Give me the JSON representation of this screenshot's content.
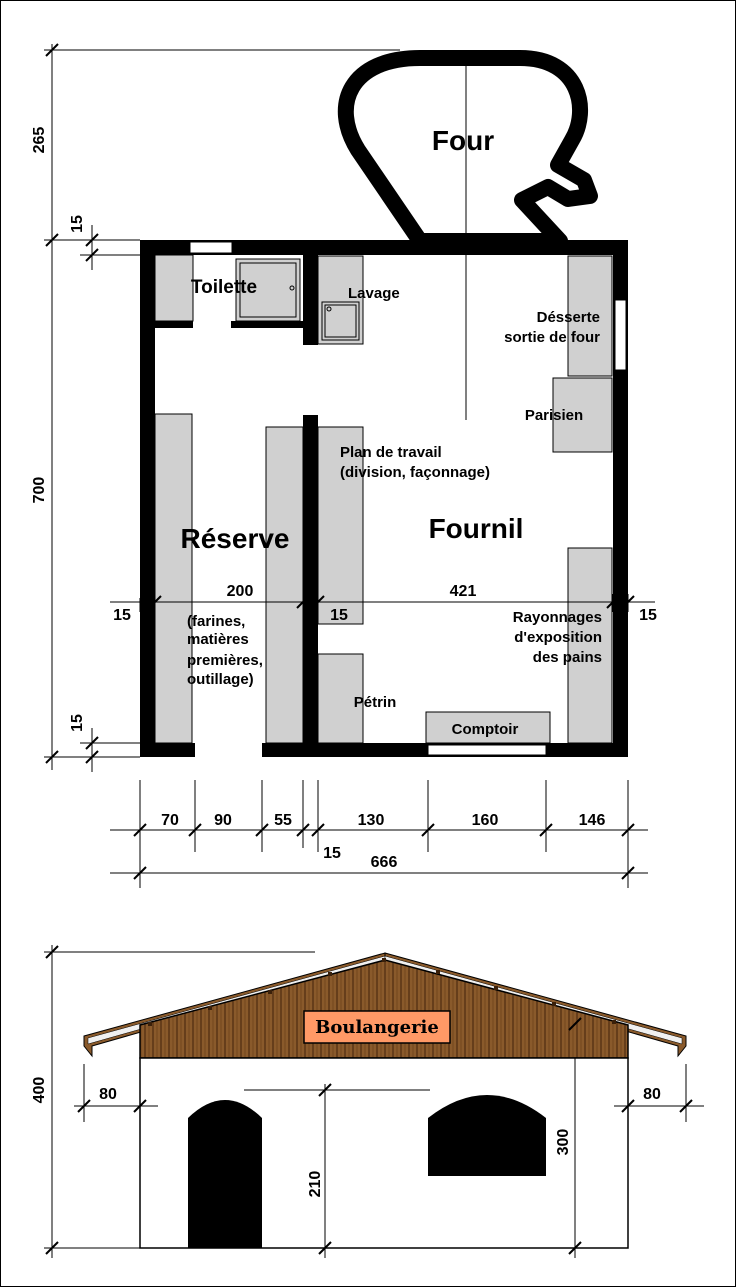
{
  "rooms": {
    "four": "Four",
    "toilette": "Toilette",
    "lavage": "Lavage",
    "desserte_line1": "Désserte",
    "desserte_line2": "sortie de four",
    "parisien": "Parisien",
    "plan_line1": "Plan de travail",
    "plan_line2": "(division, façonnage)",
    "fournil": "Fournil",
    "reserve": "Réserve",
    "reserve_note_line1": "(farines,",
    "reserve_note_line2": "matières",
    "reserve_note_line3": "premières,",
    "reserve_note_line4": "outillage)",
    "rayon_line1": "Rayonnages",
    "rayon_line2": "d'exposition",
    "rayon_line3": "des pains",
    "petrin": "Pétrin",
    "comptoir": "Comptoir"
  },
  "plan_dims": {
    "oven_height": "265",
    "wall_top": "15",
    "building_depth": "700",
    "wall_bottom": "15",
    "wall_left": "15",
    "reserve_width": "200",
    "wall_inner": "15",
    "fournil_width": "421",
    "wall_right": "15",
    "seg1": "70",
    "seg2": "90",
    "seg3": "55",
    "seg4": "130",
    "seg5": "160",
    "seg6": "146",
    "seg_wall": "15",
    "total_width": "666"
  },
  "facade": {
    "sign": "Boulangerie",
    "total_height": "400",
    "overhang_left": "80",
    "overhang_right": "80",
    "door_height": "210",
    "wall_height": "300"
  }
}
